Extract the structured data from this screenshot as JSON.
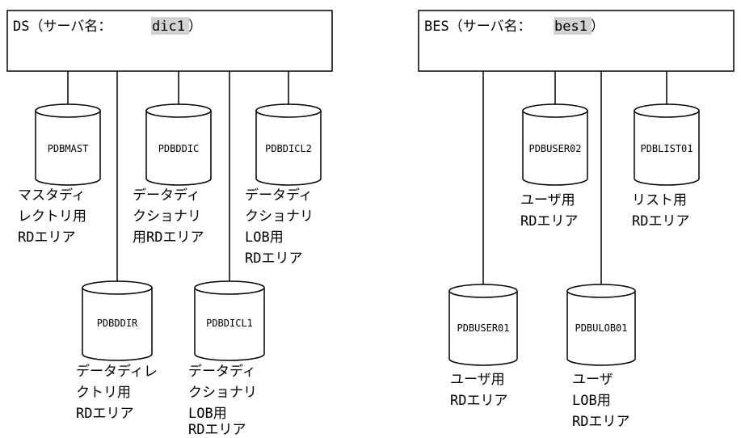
{
  "servers": [
    {
      "prefix": "DS（サーバ名：",
      "name": "dic1",
      "suffix": "）"
    },
    {
      "prefix": "BES（サーバ名：",
      "name": "bes1",
      "suffix": "）"
    }
  ],
  "areas": [
    {
      "name": "PDBMAST",
      "label": [
        "マスタディ",
        "レクトリ用",
        "RDエリア"
      ]
    },
    {
      "name": "PDBDDIC",
      "label": [
        "データディ",
        "クショナリ",
        "用RDエリア"
      ]
    },
    {
      "name": "PDBDICL2",
      "label": [
        "データディ",
        "クショナリ",
        "LOB用",
        "RDエリア"
      ]
    },
    {
      "name": "PDBDDIR",
      "label": [
        "データディレ",
        "クトリ用",
        "RDエリア"
      ]
    },
    {
      "name": "PDBDICL1",
      "label": [
        "データディ",
        "クショナリ",
        "LOB用",
        "RDエリア"
      ]
    },
    {
      "name": "PDBUSER02",
      "label": [
        "ユーザ用",
        "RDエリア"
      ]
    },
    {
      "name": "PDBLIST01",
      "label": [
        "リスト用",
        "RDエリア"
      ]
    },
    {
      "name": "PDBUSER01",
      "label": [
        "ユーザ用",
        "RDエリア"
      ]
    },
    {
      "name": "PDBULOB01",
      "label": [
        "ユーザ",
        "LOB用",
        "RDエリア"
      ]
    }
  ]
}
